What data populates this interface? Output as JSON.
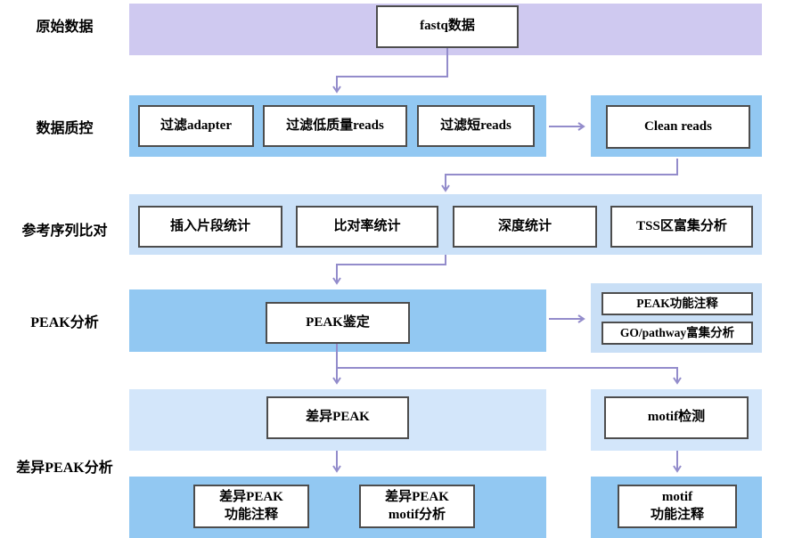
{
  "rows": {
    "raw": {
      "label": "原始数据"
    },
    "qc": {
      "label": "数据质控"
    },
    "alignment": {
      "label": "参考序列比对"
    },
    "peak": {
      "label": "PEAK分析"
    },
    "diff_peak": {
      "label": "差异PEAK分析"
    }
  },
  "nodes": {
    "fastq": {
      "label": "fastq数据"
    },
    "filter_adapter": {
      "label": "过滤adapter"
    },
    "filter_low_quality": {
      "label": "过滤低质量reads"
    },
    "filter_short": {
      "label": "过滤短reads"
    },
    "clean_reads": {
      "label": "Clean reads"
    },
    "insert_size": {
      "label": "插入片段统计"
    },
    "mapping_rate": {
      "label": "比对率统计"
    },
    "depth": {
      "label": "深度统计"
    },
    "tss": {
      "label": "TSS区富集分析"
    },
    "peak_calling": {
      "label": "PEAK鉴定"
    },
    "peak_annotation": {
      "label": "PEAK功能注释"
    },
    "go_pathway": {
      "label": "GO/pathway富集分析"
    },
    "diff_peak": {
      "label": "差异PEAK"
    },
    "motif_detection": {
      "label": "motif检测"
    },
    "diff_peak_annotation": {
      "line1": "差异PEAK",
      "line2": "功能注释"
    },
    "diff_peak_motif": {
      "line1": "差异PEAK",
      "line2": "motif分析"
    },
    "motif_annotation": {
      "line1": "motif",
      "line2": "功能注释"
    }
  },
  "edges": [
    {
      "from": "fastq数据",
      "to": "数据质控"
    },
    {
      "from": "数据质控",
      "to": "Clean reads"
    },
    {
      "from": "Clean reads",
      "to": "参考序列比对"
    },
    {
      "from": "参考序列比对",
      "to": "PEAK分析"
    },
    {
      "from": "PEAK分析",
      "to": "PEAK功能注释/GO富集"
    },
    {
      "from": "PEAK鉴定",
      "to": "差异PEAK"
    },
    {
      "from": "PEAK鉴定",
      "to": "motif检测"
    },
    {
      "from": "差异PEAK",
      "to": "差异PEAK注释/motif分析"
    },
    {
      "from": "motif检测",
      "to": "motif功能注释"
    }
  ],
  "colors": {
    "band_purple": "#cfc9f0",
    "band_blue": "#92c8f2",
    "band_light": "#cbe1f8",
    "band_lighter": "#d3e6fa",
    "band_peak_right": "#c9dff6",
    "arrow": "#938ccb",
    "box_border": "#4d4d4d"
  }
}
